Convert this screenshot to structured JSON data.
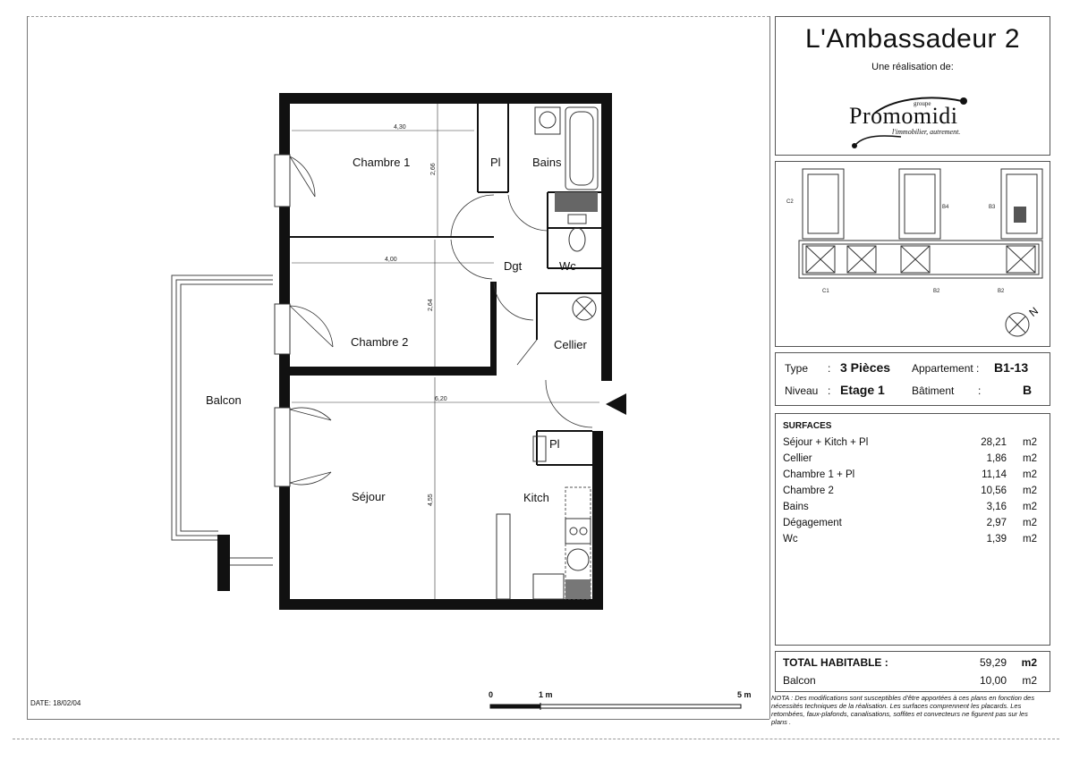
{
  "document": {
    "date": "DATE: 18/02/04"
  },
  "header": {
    "title": "L'Ambassadeur 2",
    "subtitle": "Une réalisation de:",
    "logo_main": "Promomidi",
    "logo_top": "groupe",
    "logo_tagline": "l'immobilier, autrement."
  },
  "site_plan": {
    "labels": [
      "C2",
      "B4",
      "B3",
      "C1",
      "B2",
      "B2"
    ]
  },
  "unit": {
    "type_label": "Type",
    "type_value": "3 Pièces",
    "apartment_label": "Appartement :",
    "apartment_value": "B1-13",
    "level_label": "Niveau",
    "level_value": "Etage 1",
    "building_label": "Bâtiment",
    "building_value": "B",
    "sep": ":"
  },
  "surfaces": {
    "title": "SURFACES",
    "unit": "m2",
    "rows": [
      {
        "name": "Séjour + Kitch + Pl",
        "value": "28,21"
      },
      {
        "name": "Cellier",
        "value": "1,86"
      },
      {
        "name": "Chambre 1 + Pl",
        "value": "11,14"
      },
      {
        "name": "Chambre 2",
        "value": "10,56"
      },
      {
        "name": "Bains",
        "value": "3,16"
      },
      {
        "name": "Dégagement",
        "value": "2,97"
      },
      {
        "name": "Wc",
        "value": "1,39"
      }
    ],
    "total_label": "TOTAL HABITABLE :",
    "total_value": "59,29",
    "balcon_label": "Balcon",
    "balcon_value": "10,00"
  },
  "note": "NOTA :   Des modifications sont susceptibles d'être apportées à ces plans en fonction des nécessités techniques de la réalisation. Les surfaces comprennent les placards. Les retombées, faux-plafonds, canalisations, soffites et convecteurs ne figurent pas sur les plans .",
  "scale": {
    "zero": "0",
    "one": "1 m",
    "five": "5 m"
  },
  "rooms": {
    "chambre1": "Chambre 1",
    "chambre2": "Chambre 2",
    "pl1": "Pl",
    "pl2": "Pl",
    "bains": "Bains",
    "dgt": "Dgt",
    "wc": "Wc",
    "cellier": "Cellier",
    "balcon": "Balcon",
    "sejour": "Séjour",
    "kitch": "Kitch"
  },
  "dimensions": {
    "d430": "4,30",
    "d400": "4,00",
    "d620": "6,20",
    "d266": "2,66",
    "d264": "2,64",
    "d455": "4,55"
  }
}
